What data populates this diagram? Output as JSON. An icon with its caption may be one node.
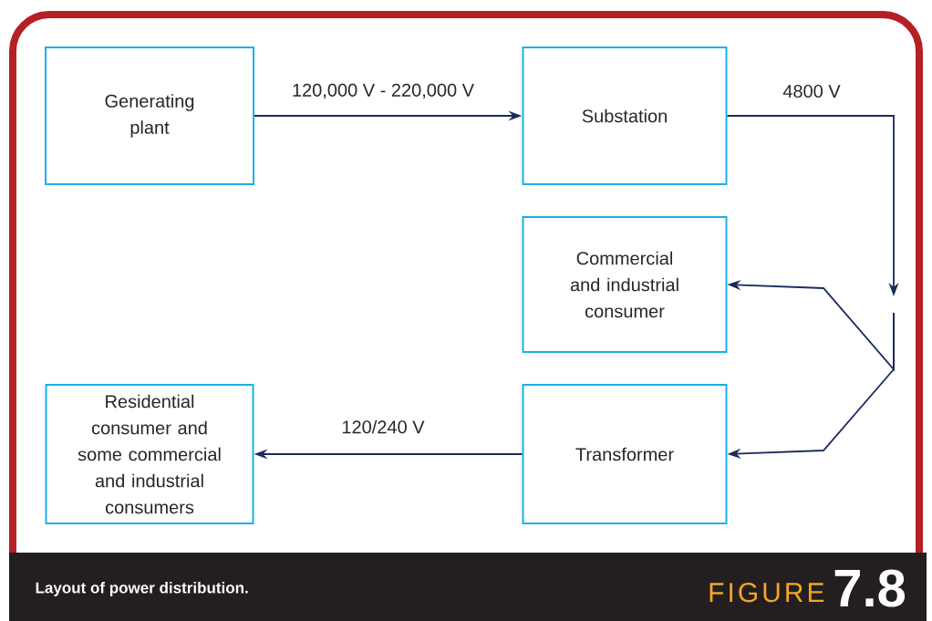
{
  "diagram": {
    "caption": "Layout of power distribution.",
    "nodes": [
      {
        "text": [
          "Generating plant"
        ]
      },
      {
        "text": [
          "Substation"
        ]
      },
      {
        "text": [
          "Commercial and industrial consumer"
        ]
      },
      {
        "text": [
          "Transformer"
        ]
      },
      {
        "text": [
          "Residential consumer and some commercial and industrial consumers"
        ]
      }
    ],
    "edges": [
      {
        "from": 0,
        "to": 1,
        "arrow": "to",
        "label": "120,000 V - 220,000 V"
      },
      {
        "from": 1,
        "to": null,
        "arrow": "to",
        "label": "4800 V"
      },
      {
        "from": null,
        "to": 2,
        "arrow": "to"
      },
      {
        "from": null,
        "to": 3,
        "arrow": "to"
      },
      {
        "from": 3,
        "to": 4,
        "arrow": "to",
        "label": "120/240 V"
      }
    ],
    "labels": [
      "FIGURE",
      "7.8"
    ]
  }
}
